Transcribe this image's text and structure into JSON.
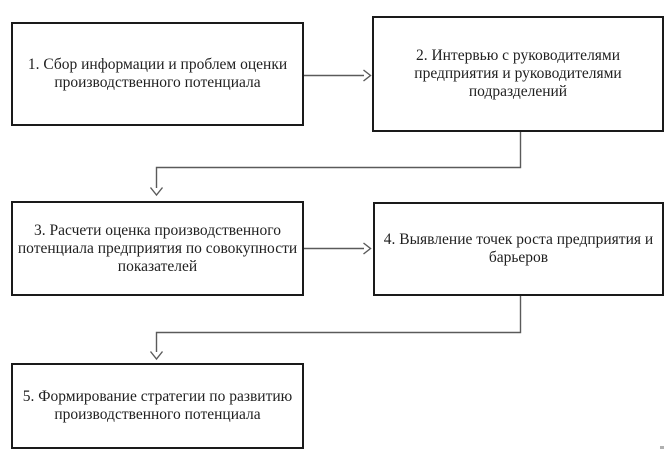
{
  "diagram": {
    "type": "flowchart",
    "language": "ru",
    "boxes": [
      {
        "id": 1,
        "label": "1. Сбор информации и проблем оценки производственного потенциала",
        "lines": [
          "1. Сбор информации и проблем оценки",
          "производственного потенциала"
        ]
      },
      {
        "id": 2,
        "label": "2. Интервью с руководителями предприятия и руководителями подразделений",
        "lines": [
          "2. Интервью с руководителями",
          "предприятия и руководителями",
          "подразделений"
        ]
      },
      {
        "id": 3,
        "label": "3. Расчети оценка производственного потенциала предприятия по совокупности показателей",
        "lines": [
          "3. Расчети оценка производственного",
          "потенциала предприятия по совокупности",
          "показателей"
        ]
      },
      {
        "id": 4,
        "label": "4. Выявление точек роста предприятия и барьеров",
        "lines": [
          "4. Выявление точек роста предприятия и",
          "барьеров"
        ]
      },
      {
        "id": 5,
        "label": "5. Формирование стратегии по развитию производственного потенциала",
        "lines": [
          "5. Формирование стратегии по развитию",
          "производственного потенциала"
        ]
      }
    ],
    "connections": [
      {
        "from": 1,
        "to": 2,
        "style": "straight-right-arrow"
      },
      {
        "from": 2,
        "to": 3,
        "style": "elbow-down-left-down-arrow"
      },
      {
        "from": 3,
        "to": 4,
        "style": "straight-right-arrow"
      },
      {
        "from": 4,
        "to": 5,
        "style": "elbow-down-left-down-arrow"
      }
    ],
    "colors": {
      "box_border": "#1a1a1a",
      "connector": "#5a5a5a",
      "text": "#1f1f1f",
      "background": "#ffffff"
    }
  }
}
